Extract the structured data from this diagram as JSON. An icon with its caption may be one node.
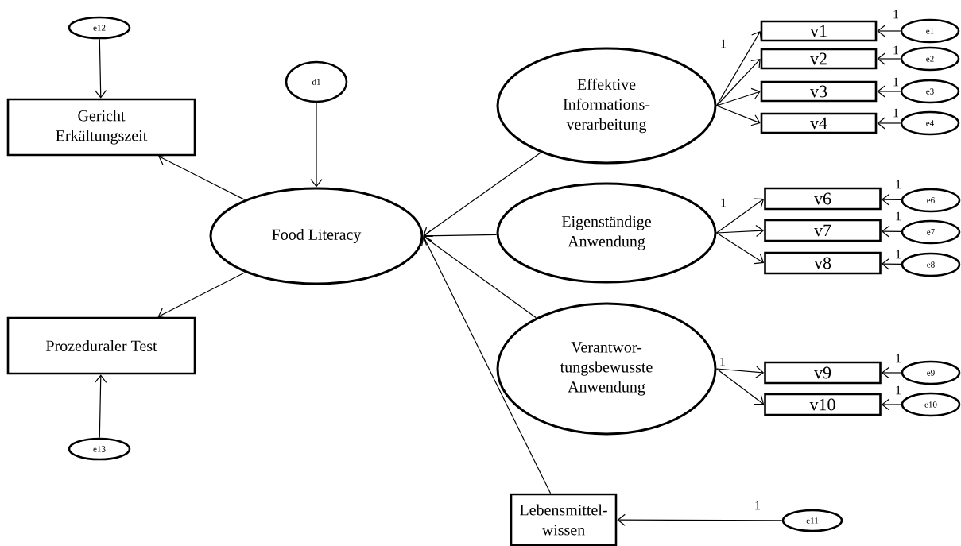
{
  "diagram": {
    "nodes": [
      {
        "text": [
          "e12"
        ]
      },
      {
        "text": [
          "Gericht Erkältungszeit"
        ]
      },
      {
        "text": [
          "d1"
        ]
      },
      {
        "text": [
          "Food Literacy"
        ]
      },
      {
        "text": [
          "Prozeduraler Test"
        ]
      },
      {
        "text": [
          "e13"
        ]
      },
      {
        "text": [
          "Effektive Informations- verarbeitung"
        ]
      },
      {
        "text": [
          "v1"
        ]
      },
      {
        "text": [
          "e1"
        ]
      },
      {
        "text": [
          "v2"
        ]
      },
      {
        "text": [
          "e2"
        ]
      },
      {
        "text": [
          "v3"
        ]
      },
      {
        "text": [
          "e3"
        ]
      },
      {
        "text": [
          "v4"
        ]
      },
      {
        "text": [
          "e4"
        ]
      },
      {
        "text": [
          "Eigenständige Anwendung"
        ]
      },
      {
        "text": [
          "v6"
        ]
      },
      {
        "text": [
          "e6"
        ]
      },
      {
        "text": [
          "v7"
        ]
      },
      {
        "text": [
          "e7"
        ]
      },
      {
        "text": [
          "v8"
        ]
      },
      {
        "text": [
          "e8"
        ]
      },
      {
        "text": [
          "Verantwor- tungsbewusste Anwendung"
        ]
      },
      {
        "text": [
          "v9"
        ]
      },
      {
        "text": [
          "e9"
        ]
      },
      {
        "text": [
          "v10"
        ]
      },
      {
        "text": [
          "e10"
        ]
      },
      {
        "text": [
          "Lebensmittel- wissen"
        ]
      },
      {
        "text": [
          "e11"
        ]
      }
    ],
    "edges": [
      {
        "from": 0,
        "to": 1,
        "arrow": "to"
      },
      {
        "from": 2,
        "to": 3,
        "arrow": "to"
      },
      {
        "from": 3,
        "to": 1,
        "arrow": "to"
      },
      {
        "from": 3,
        "to": 4,
        "arrow": "to"
      },
      {
        "from": 5,
        "to": 4,
        "arrow": "to"
      },
      {
        "from": 6,
        "to": 3,
        "arrow": "to"
      },
      {
        "from": 15,
        "to": 3,
        "arrow": "to"
      },
      {
        "from": 22,
        "to": 3,
        "arrow": "to"
      },
      {
        "from": 27,
        "to": 3,
        "arrow": "to"
      },
      {
        "from": 6,
        "to": 7,
        "arrow": "to",
        "label": "1"
      },
      {
        "from": 6,
        "to": 9,
        "arrow": "to"
      },
      {
        "from": 6,
        "to": 11,
        "arrow": "to"
      },
      {
        "from": 6,
        "to": 13,
        "arrow": "to"
      },
      {
        "from": 8,
        "to": 7,
        "arrow": "to",
        "label": "1"
      },
      {
        "from": 10,
        "to": 9,
        "arrow": "to",
        "label": "1"
      },
      {
        "from": 12,
        "to": 11,
        "arrow": "to",
        "label": "1"
      },
      {
        "from": 14,
        "to": 13,
        "arrow": "to",
        "label": "1"
      },
      {
        "from": 15,
        "to": 16,
        "arrow": "to",
        "label": "1"
      },
      {
        "from": 15,
        "to": 18,
        "arrow": "to"
      },
      {
        "from": 15,
        "to": 20,
        "arrow": "to"
      },
      {
        "from": 17,
        "to": 16,
        "arrow": "to",
        "label": "1"
      },
      {
        "from": 19,
        "to": 18,
        "arrow": "to",
        "label": "1"
      },
      {
        "from": 21,
        "to": 20,
        "arrow": "to",
        "label": "1"
      },
      {
        "from": 22,
        "to": 23,
        "arrow": "to",
        "label": "1"
      },
      {
        "from": 22,
        "to": 25,
        "arrow": "to"
      },
      {
        "from": 24,
        "to": 23,
        "arrow": "to",
        "label": "1"
      },
      {
        "from": 26,
        "to": 25,
        "arrow": "to",
        "label": "1"
      },
      {
        "from": 28,
        "to": 27,
        "arrow": "to",
        "label": "1"
      }
    ]
  }
}
